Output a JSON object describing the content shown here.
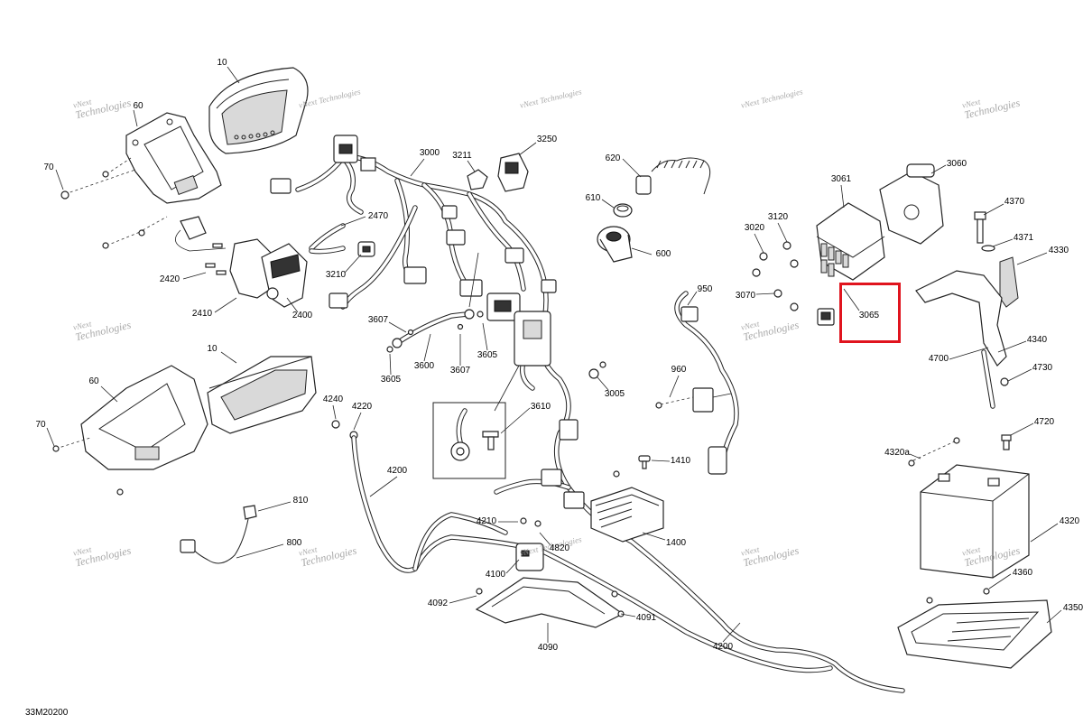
{
  "figure_id": "33M20200",
  "watermark": {
    "line1": "vNext",
    "line2": "Technologies",
    "combined": "vNext Technologies"
  },
  "highlight": {
    "part": "3065",
    "color": "#e0141e"
  },
  "labels": [
    {
      "id": "10"
    },
    {
      "id": "60"
    },
    {
      "id": "70"
    },
    {
      "id": "2470"
    },
    {
      "id": "2420"
    },
    {
      "id": "2410"
    },
    {
      "id": "2400"
    },
    {
      "id": "3000"
    },
    {
      "id": "3211"
    },
    {
      "id": "3250"
    },
    {
      "id": "3210"
    },
    {
      "id": "3607"
    },
    {
      "id": "3600"
    },
    {
      "id": "3605"
    },
    {
      "id": "620"
    },
    {
      "id": "610"
    },
    {
      "id": "600"
    },
    {
      "id": "950"
    },
    {
      "id": "960"
    },
    {
      "id": "3005"
    },
    {
      "id": "3610"
    },
    {
      "id": "1410"
    },
    {
      "id": "1400"
    },
    {
      "id": "4240"
    },
    {
      "id": "4220"
    },
    {
      "id": "4200"
    },
    {
      "id": "810"
    },
    {
      "id": "800"
    },
    {
      "id": "4210"
    },
    {
      "id": "4820"
    },
    {
      "id": "4100"
    },
    {
      "id": "4092"
    },
    {
      "id": "4091"
    },
    {
      "id": "4090"
    },
    {
      "id": "3061"
    },
    {
      "id": "3060"
    },
    {
      "id": "3120"
    },
    {
      "id": "3020"
    },
    {
      "id": "3070"
    },
    {
      "id": "3065"
    },
    {
      "id": "4370"
    },
    {
      "id": "4371"
    },
    {
      "id": "4330"
    },
    {
      "id": "4700"
    },
    {
      "id": "4340"
    },
    {
      "id": "4730"
    },
    {
      "id": "4720"
    },
    {
      "id": "4320a"
    },
    {
      "id": "4320"
    },
    {
      "id": "4360"
    },
    {
      "id": "4350"
    }
  ]
}
